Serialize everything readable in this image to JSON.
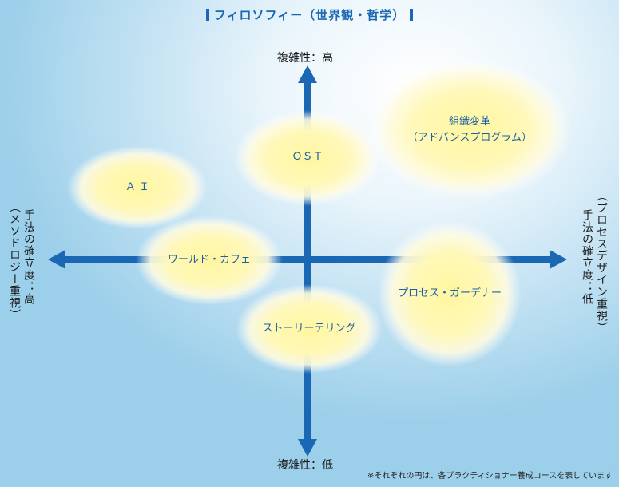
{
  "title": "フィロソフィー（世界観・哲学）",
  "axes": {
    "top": "複雑性：高",
    "bottom": "複雑性：低",
    "left_line1": "手法の確立度：高",
    "left_line2": "（メソドロジー重視）",
    "right_line1": "（プロセスデザイン重視）",
    "right_line2": "手法の確立度：低"
  },
  "items": {
    "ai": "Ａ Ｉ",
    "ost": "ＯＳＴ",
    "org_change_line1": "組織変革",
    "org_change_line2": "（アドバンスプログラム）",
    "world_cafe": "ワールド・カフェ",
    "process_gardener": "プロセス・ガーデナー",
    "storytelling": "ストーリーテリング"
  },
  "footnote": "※それぞれの円は、各プラクティショナー養成コースを表しています",
  "colors": {
    "arrow": "#1a67b3",
    "blob_center": "#fff7a8",
    "blob_edge": "#ffffff",
    "label": "#1a5fa8"
  }
}
